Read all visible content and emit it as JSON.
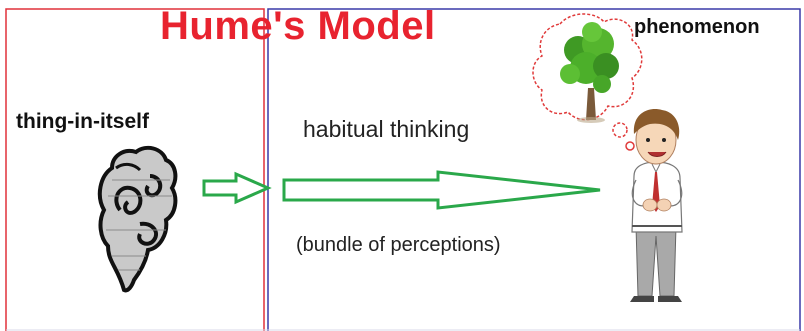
{
  "title": "Hume's Model",
  "labels": {
    "thing_in_itself": "thing-in-itself",
    "phenomenon": "phenomenon",
    "habitual_thinking": "habitual thinking",
    "bundle": "(bundle of perceptions)"
  },
  "colors": {
    "title": "#e8232f",
    "left_frame": "#e0303a",
    "right_frame": "#3a3aa8",
    "arrow": "#2aa84a",
    "bubble": "#e03a3a",
    "tree_leaves": "#4caf2a"
  },
  "icons": {
    "thing": "swirling-cloud-icon",
    "tree": "tree-icon",
    "person": "person-icon",
    "thought_bubble": "thought-bubble-icon"
  }
}
